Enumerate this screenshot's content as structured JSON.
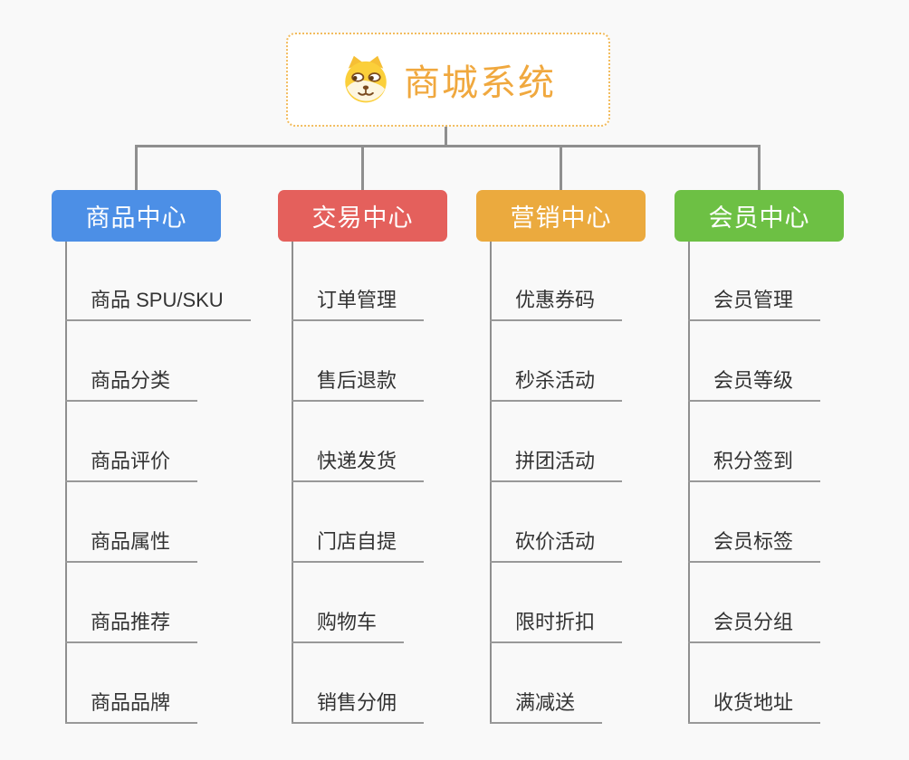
{
  "root": {
    "title": "商城系统",
    "icon": "doge-icon"
  },
  "branches": [
    {
      "label": "商品中心",
      "color": "#4C8FE6",
      "items": [
        "商品 SPU/SKU",
        "商品分类",
        "商品评价",
        "商品属性",
        "商品推荐",
        "商品品牌"
      ]
    },
    {
      "label": "交易中心",
      "color": "#E4605C",
      "items": [
        "订单管理",
        "售后退款",
        "快递发货",
        "门店自提",
        "购物车",
        "销售分佣"
      ]
    },
    {
      "label": "营销中心",
      "color": "#EBAA3E",
      "items": [
        "优惠券码",
        "秒杀活动",
        "拼团活动",
        "砍价活动",
        "限时折扣",
        "满减送"
      ]
    },
    {
      "label": "会员中心",
      "color": "#6DC044",
      "items": [
        "会员管理",
        "会员等级",
        "积分签到",
        "会员标签",
        "会员分组",
        "收货地址"
      ]
    }
  ],
  "colors": {
    "accent": "#F0A83E",
    "root_border": "#F2BC5E",
    "connector": "#8F8F8F",
    "underline": "#999999",
    "background": "#F9F9F9"
  }
}
